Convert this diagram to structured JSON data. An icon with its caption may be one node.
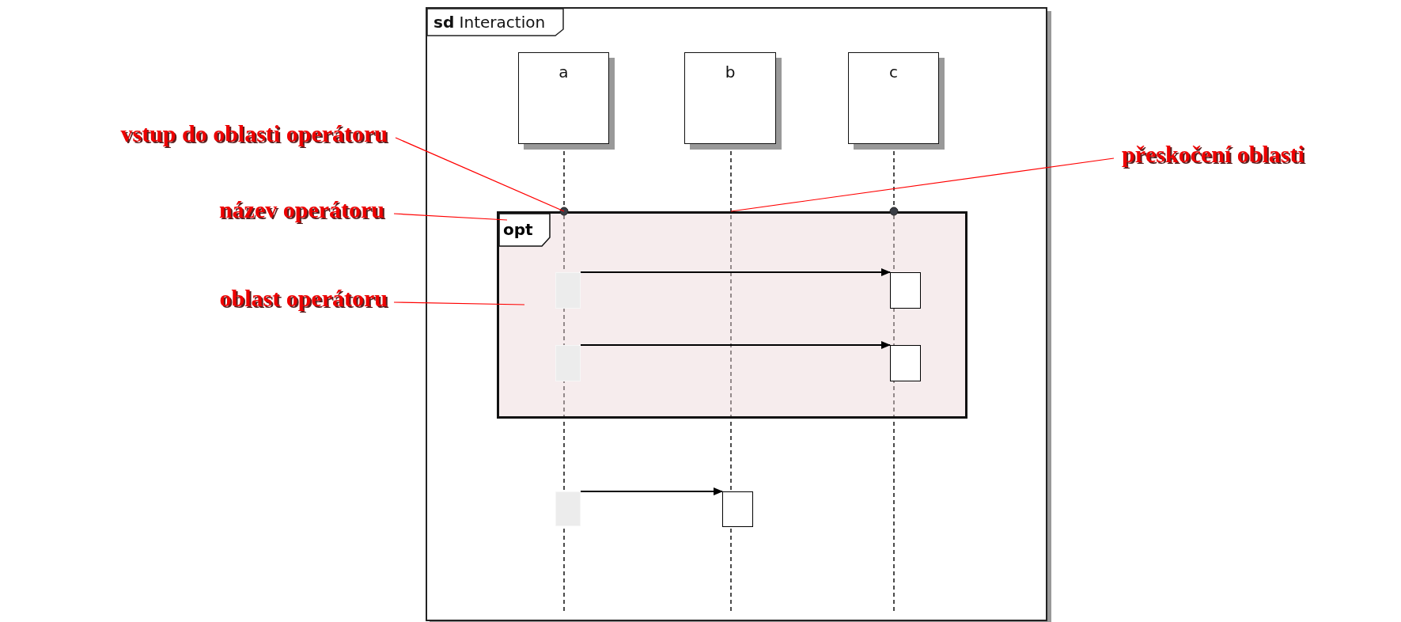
{
  "diagram": {
    "nodes": [
      {
        "text": [
          "**sd** Interaction"
        ]
      },
      {
        "text": [
          "a"
        ],
        "in": 0
      },
      {
        "text": [
          "b"
        ],
        "in": 0
      },
      {
        "text": [
          "c"
        ],
        "in": 0
      },
      {
        "text": [
          "opt"
        ],
        "in": 0
      },
      {
        "text": [],
        "shape": "bar",
        "in": 4
      },
      {
        "text": [],
        "shape": "bar",
        "in": 4
      },
      {
        "text": [],
        "shape": "bar",
        "in": 4
      },
      {
        "text": [],
        "shape": "bar",
        "in": 4
      },
      {
        "text": [],
        "shape": "bar",
        "in": 0
      },
      {
        "text": [],
        "shape": "bar",
        "in": 0
      },
      {
        "text": [
          "vstup do oblasti operátoru"
        ]
      },
      {
        "text": [
          "název operátoru"
        ]
      },
      {
        "text": [
          "oblast operátoru"
        ]
      },
      {
        "text": [
          "přeskočení oblasti"
        ]
      },
      {
        "text": [],
        "shape": "circle",
        "in": 0
      },
      {
        "text": [],
        "shape": "circle",
        "in": 0
      }
    ],
    "edges": [
      {
        "from": 5,
        "to": 6,
        "arrow": "to",
        "color": "#000000"
      },
      {
        "from": 7,
        "to": 8,
        "arrow": "to",
        "color": "#000000"
      },
      {
        "from": 9,
        "to": 10,
        "arrow": "to",
        "color": "#000000"
      },
      {
        "from": 11,
        "to": 15,
        "arrow": "none",
        "color": "#ff0000"
      },
      {
        "from": 12,
        "to": 4,
        "arrow": "none",
        "color": "#ff0000"
      },
      {
        "from": 13,
        "to": 4,
        "arrow": "none",
        "color": "#ff0000"
      },
      {
        "from": 14,
        "to": 4,
        "arrow": "none",
        "color": "#ff0000"
      }
    ]
  }
}
